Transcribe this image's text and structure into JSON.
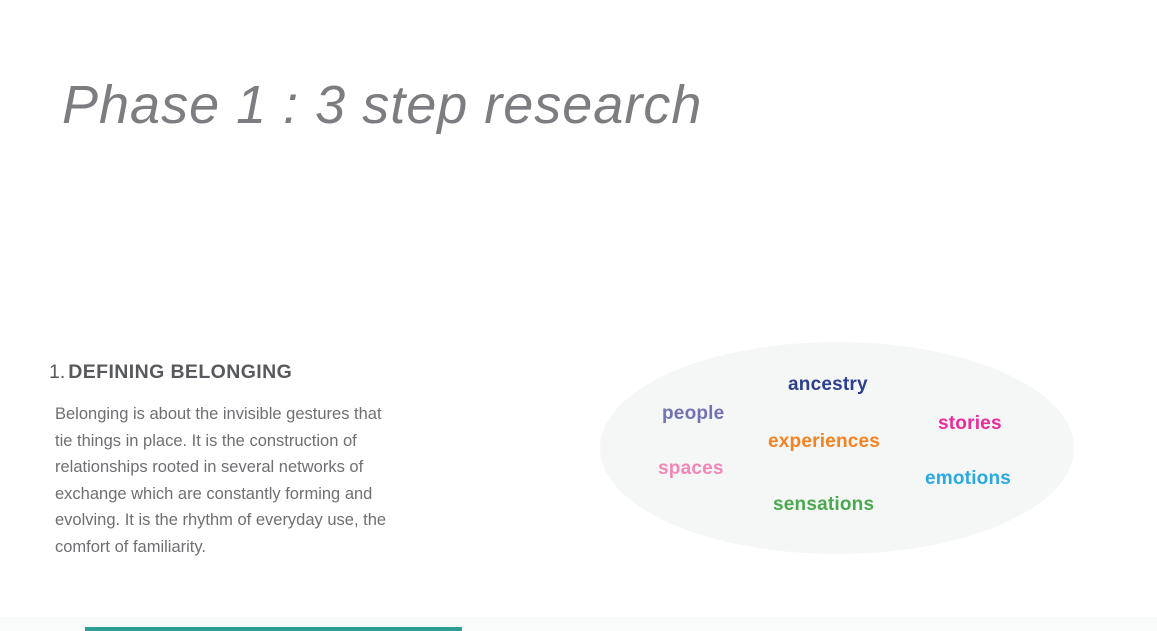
{
  "slide": {
    "title": "Phase 1 : 3 step research",
    "section": {
      "number": "1.",
      "heading": "DEFINING BELONGING",
      "body": "Belonging is about the invisible gestures that tie things in place. It is the construction of relationships rooted in several networks of exchange which are constantly forming and evolving. It is the rhythm of everyday use, the comfort of familiarity."
    },
    "word_cloud": {
      "shape": "ellipse",
      "background_color": "#f5f6f6",
      "words": [
        {
          "label": "ancestry",
          "color": "#2b3f8f"
        },
        {
          "label": "people",
          "color": "#7173b5"
        },
        {
          "label": "stories",
          "color": "#eb2a9d"
        },
        {
          "label": "experiences",
          "color": "#f58220"
        },
        {
          "label": "spaces",
          "color": "#f287b7"
        },
        {
          "label": "emotions",
          "color": "#29a9e1"
        },
        {
          "label": "sensations",
          "color": "#4aa94e"
        }
      ]
    },
    "accent_bar_color": "#2f9f96",
    "colors": {
      "title_text": "#7c7d80",
      "heading_text": "#58595c",
      "body_text": "#6e6f72",
      "background": "#ffffff"
    }
  }
}
